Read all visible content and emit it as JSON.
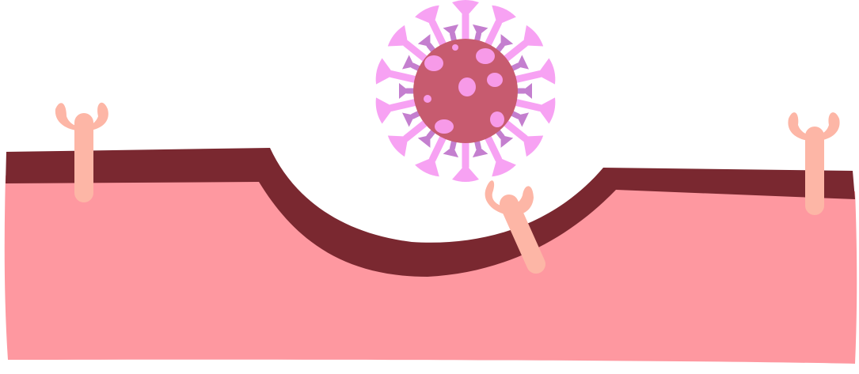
{
  "colors": {
    "background": "#ffffff",
    "tissue": "#fe98a0",
    "membrane": "#7a2830",
    "receptor": "#fdb6a6",
    "virus_body": "#c75b6f",
    "virus_spots": "#f79ae8",
    "spike_long": "#f7a2f3",
    "spike_short": "#c47fcf"
  },
  "elements": {
    "tissue": "cell-tissue",
    "membrane": "cell-membrane",
    "receptors": [
      "receptor-left",
      "receptor-center",
      "receptor-right"
    ],
    "virus": "virus-particle"
  }
}
